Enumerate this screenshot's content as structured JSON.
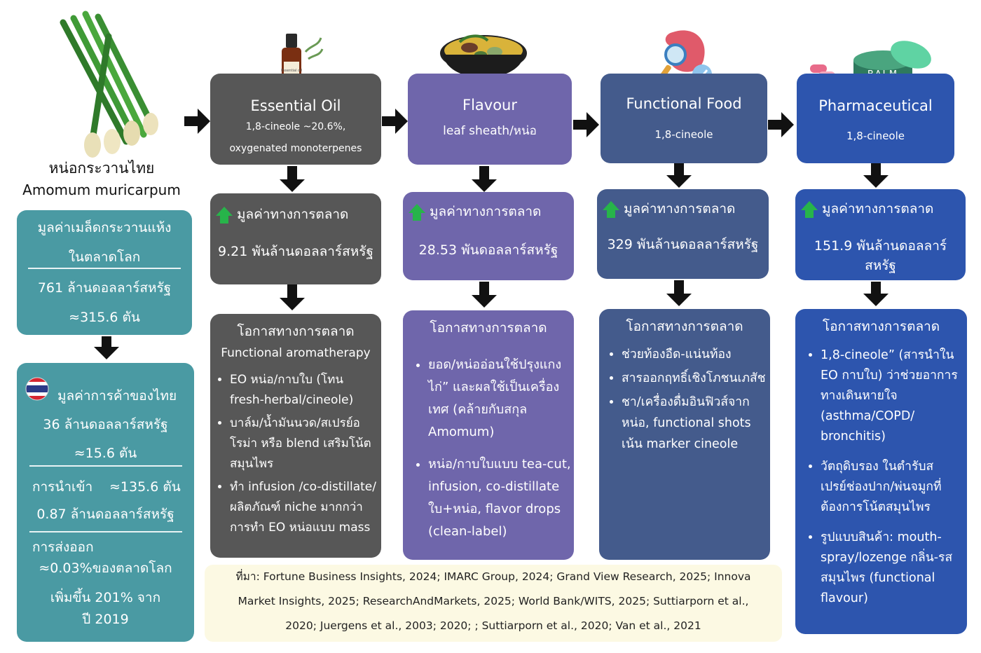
{
  "left": {
    "plant_name_th": "หน่อกระวานไทย",
    "plant_name_en": "Amomum muricarpum",
    "global": {
      "title_line1": "มูลค่าเมล็ดกระวานแห้ง",
      "title_line2": "ในตลาดโลก",
      "value": "761 ล้านดอลลาร์สหรัฐ",
      "tonnes": "≈315.6 ตัน"
    },
    "thai": {
      "title": "มูลค่าการค้าของไทย",
      "value": "36 ล้านดอลลาร์สหรัฐ",
      "tonnes": "≈15.6 ตัน",
      "import_label": "การนำเข้า",
      "import_tonnes": "≈135.6 ตัน",
      "import_value": "0.87 ล้านดอลลาร์สหรัฐ",
      "export_label": "การส่งออก",
      "export_share": "≈0.03%ของตลาดโลก",
      "growth_line1": "เพิ่มขึ้น 201% จาก",
      "growth_line2": "ปี 2019"
    }
  },
  "columns": [
    {
      "title": "Essential Oil",
      "sub1": "1,8-cineole ~20.6%,",
      "sub2": "oxygenated monoterpenes",
      "market_label": "มูลค่าทางการตลาด",
      "market_value": "9.21 พันล้านดอลลาร์สหรัฐ",
      "market_value2": "",
      "opp_title": "โอกาสทางการตลาด",
      "opp_subtitle": "Functional aromatherapy",
      "bullets": [
        "EO หน่อ/กาบใบ (โทน fresh-herbal/cineole)",
        "บาล์ม/น้ำมันนวด/สเปรย์อโรม่า หรือ blend เสริมโน้ตสมุนไพร",
        "ทำ infusion /co-distillate/ผลิตภัณฑ์ niche มากกว่าการทำ EO หน่อแบบ mass"
      ]
    },
    {
      "title": "Flavour",
      "sub1": "leaf sheath/หน่อ",
      "sub2": "",
      "market_label": "มูลค่าทางการตลาด",
      "market_value": "28.53 พันดอลลาร์สหรัฐ",
      "market_value2": "",
      "opp_title": "โอกาสทางการตลาด",
      "opp_subtitle": "",
      "bullets": [
        "ยอด/หน่ออ่อนใช้ปรุงแกงไก่” และผลใช้เป็นเครื่องเทศ (คล้ายกับสกุล Amomum)",
        "หน่อ/กาบใบแบบ tea-cut, infusion, co-distillate ใบ+หน่อ, flavor drops (clean-label)"
      ]
    },
    {
      "title": "Functional Food",
      "sub1": "1,8-cineole",
      "sub2": "",
      "market_label": "มูลค่าทางการตลาด",
      "market_value": "329 พันล้านดอลลาร์สหรัฐ",
      "market_value2": "",
      "opp_title": "โอกาสทางการตลาด",
      "opp_subtitle": "",
      "bullets": [
        "ช่วยท้องอืด-แน่นท้อง",
        "สารออกฤทธิ์เชิงโภชนเภสัช",
        "ชา/เครื่องดื่มอินฟิวส์จากหน่อ, functional shots เน้น marker cineole"
      ]
    },
    {
      "title": "Pharmaceutical",
      "sub1": "1,8-cineole",
      "sub2": "",
      "market_label": "มูลค่าทางการตลาด",
      "market_value": "151.9 พันล้านดอลลาร์",
      "market_value2": "สหรัฐ",
      "opp_title": "โอกาสทางการตลาด",
      "opp_subtitle": "",
      "bullets": [
        "1,8-cineole” (สารนำใน EO กาบใบ) ว่าช่วยอาการทางเดินหายใจ (asthma/COPD/ bronchitis)",
        "วัตถุดิบรอง ในตำรับสเปรย์ช่องปาก/พ่นจมูกที่ต้องการโน้ตสมุนไพร",
        "รูปแบบสินค้า: mouth-spray/lozenge กลิ่น-รสสมุนไพร (functional flavour)"
      ]
    }
  ],
  "icons": {
    "oil_label": "Essential oil",
    "balm_label": "BALM"
  },
  "source": {
    "line1": "ที่มา: Fortune Business Insights, 2024; IMARC Group, 2024; Grand View Research, 2025; Innova",
    "line2": "Market Insights, 2025; ResearchAndMarkets, 2025; World Bank/WITS, 2025; Suttiarporn et al.,",
    "line3": "2020; Juergens et al., 2003; 2020; ; Suttiarporn et al., 2020; Van et al., 2021"
  },
  "colors": {
    "teal": "#4a9aa3",
    "gray": "#575757",
    "purple": "#6f66ab",
    "slate": "#445b8c",
    "blue": "#2d55ae",
    "up_arrow": "#27b44a"
  }
}
